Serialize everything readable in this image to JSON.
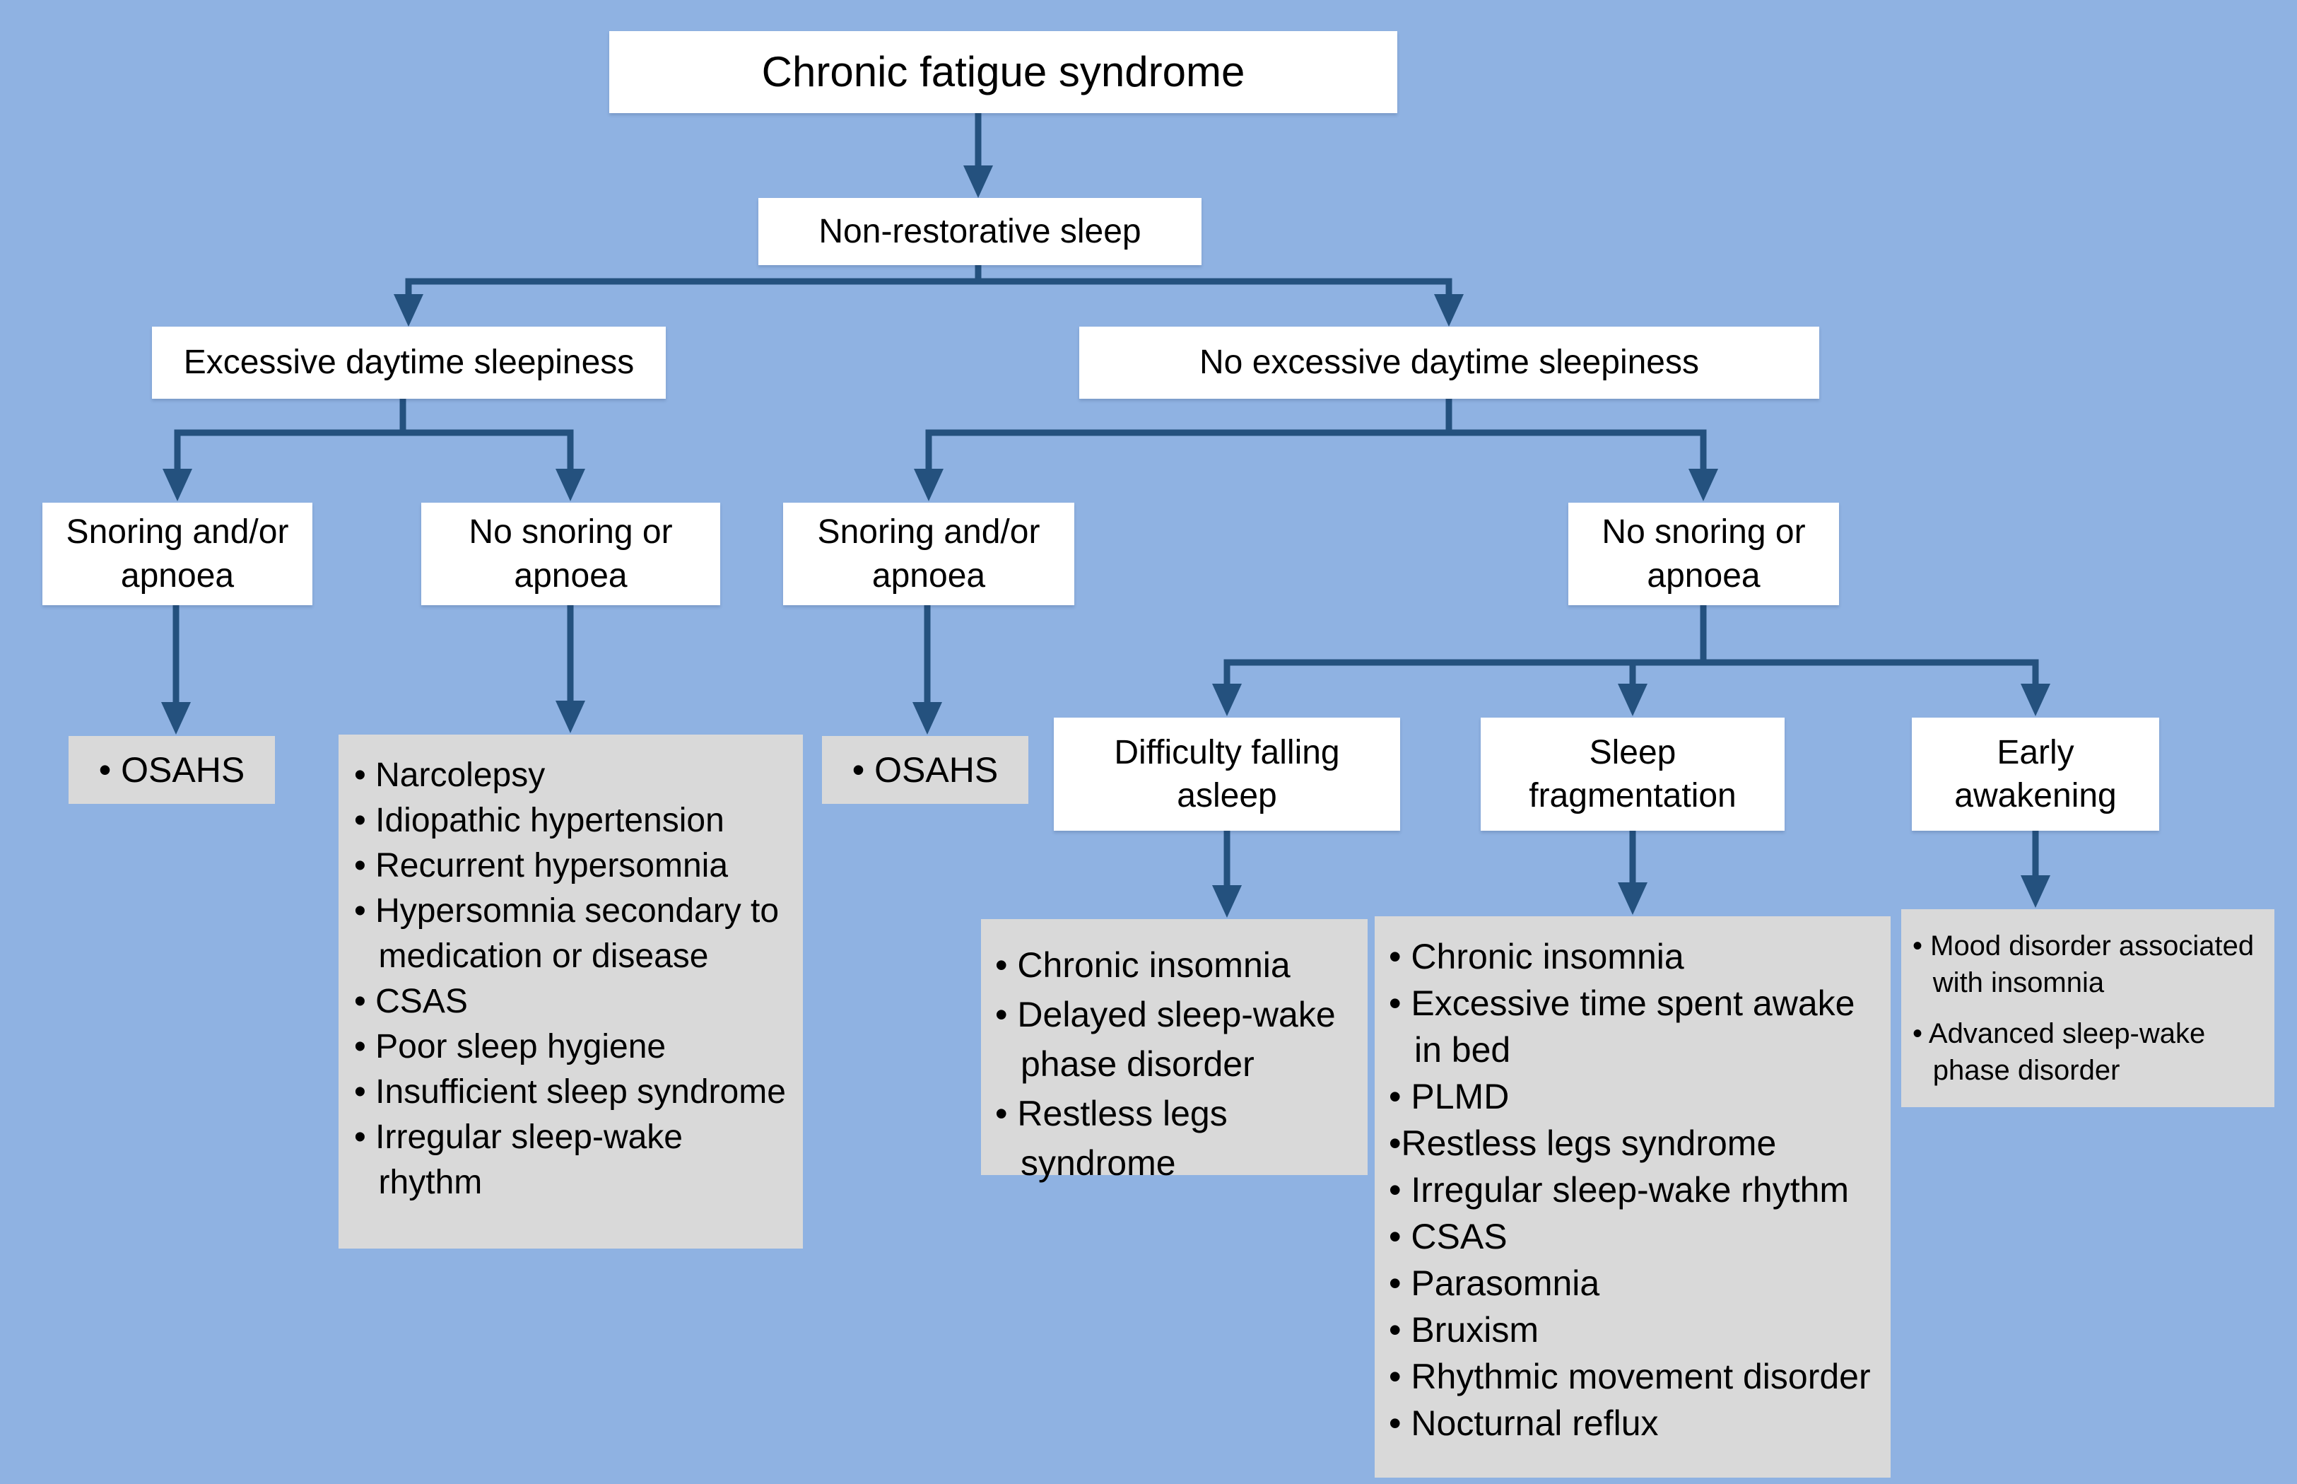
{
  "colors": {
    "background": "#8fb2e2",
    "arrow": "#24517e",
    "node_bg": "#ffffff",
    "list_bg": "#d9d9d9",
    "text": "#000000"
  },
  "nodes": {
    "root": {
      "label": "Chronic fatigue syndrome"
    },
    "non_restorative": {
      "label": "Non-restorative sleep"
    },
    "eds": {
      "label": "Excessive daytime sleepiness"
    },
    "no_eds": {
      "label": "No excessive daytime sleepiness"
    },
    "snoring_eds": {
      "label": "Snoring and/or apnoea"
    },
    "no_snoring_eds": {
      "label": "No snoring or apnoea"
    },
    "snoring_no_eds": {
      "label": "Snoring and/or apnoea"
    },
    "no_snoring_no_eds": {
      "label": "No snoring or apnoea"
    },
    "difficulty_falling_asleep": {
      "label": "Difficulty falling asleep"
    },
    "sleep_fragmentation": {
      "label": "Sleep fragmentation"
    },
    "early_awakening": {
      "label": "Early awakening"
    }
  },
  "outcomes": {
    "osahs_eds": {
      "label": "• OSAHS"
    },
    "osahs_no_eds": {
      "label": "• OSAHS"
    },
    "no_snoring_eds_list": {
      "items": [
        "• Narcolepsy",
        "• Idiopathic hypertension",
        "• Recurrent hypersomnia",
        "• Hypersomnia secondary to medication or disease",
        "• CSAS",
        "• Poor sleep hygiene",
        "• Insufficient sleep syndrome",
        "• Irregular sleep-wake rhythm"
      ]
    },
    "difficulty_list": {
      "items": [
        "• Chronic insomnia",
        "• Delayed sleep-wake phase disorder",
        "• Restless legs syndrome"
      ]
    },
    "fragmentation_list": {
      "items": [
        "• Chronic insomnia",
        "• Excessive time spent awake in bed",
        "• PLMD",
        "•Restless legs syndrome",
        "• Irregular sleep-wake rhythm",
        "• CSAS",
        "• Parasomnia",
        "• Bruxism",
        "• Rhythmic movement disorder",
        "• Nocturnal reflux"
      ]
    },
    "early_list": {
      "items": [
        "• Mood disorder associated with insomnia",
        "• Advanced sleep-wake phase disorder"
      ]
    }
  }
}
